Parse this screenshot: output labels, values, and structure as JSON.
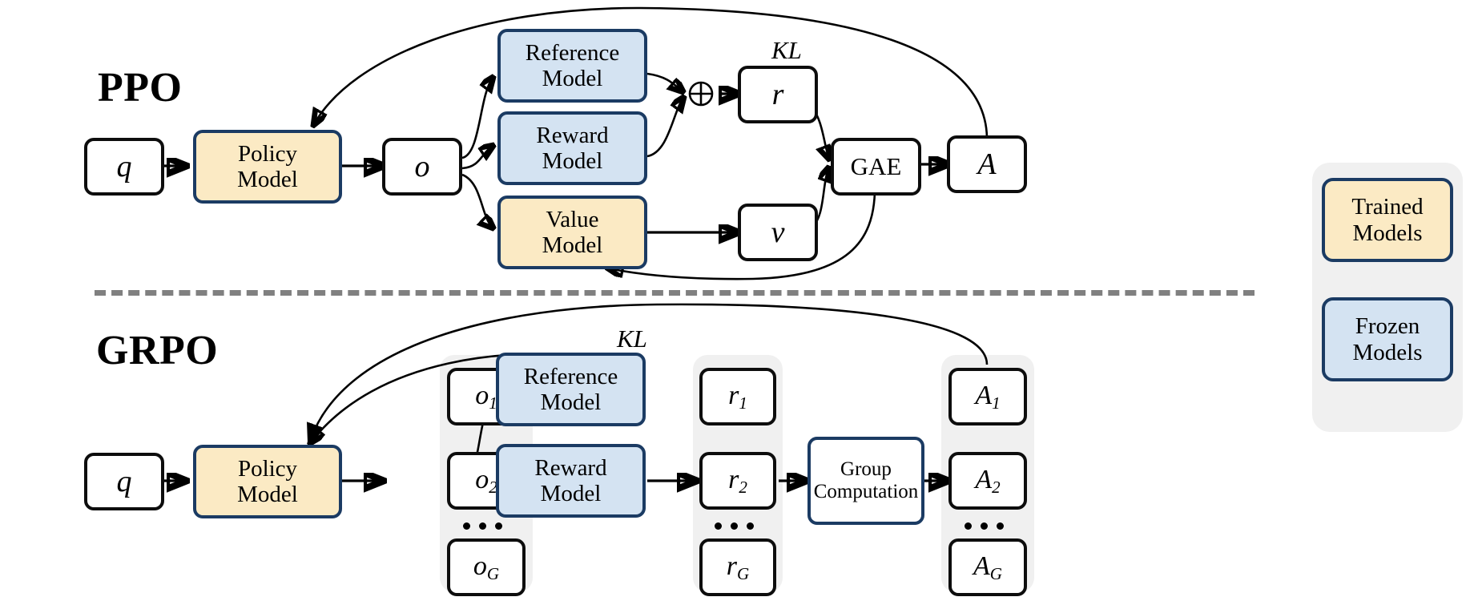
{
  "figure": {
    "sections": [
      {
        "id": "ppo",
        "title": "PPO"
      },
      {
        "id": "grpo",
        "title": "GRPO"
      }
    ],
    "colors": {
      "trained_fill": "#fbeac4",
      "frozen_fill": "#d4e3f2",
      "model_border": "#1b3b63",
      "plain_border": "#000000",
      "group_panel": "#f0f0f0",
      "divider": "#808080"
    }
  },
  "ppo": {
    "title": "PPO",
    "nodes": {
      "query": "q",
      "policy_model_line1": "Policy",
      "policy_model_line2": "Model",
      "output": "o",
      "reference_model_line1": "Reference",
      "reference_model_line2": "Model",
      "reward_model_line1": "Reward",
      "reward_model_line2": "Model",
      "value_model_line1": "Value",
      "value_model_line2": "Model",
      "reward": "r",
      "value": "v",
      "gae": "GAE",
      "advantage": "A"
    },
    "labels": {
      "kl": "KL",
      "oplus": "⊕"
    }
  },
  "grpo": {
    "title": "GRPO",
    "nodes": {
      "query": "q",
      "policy_model_line1": "Policy",
      "policy_model_line2": "Model",
      "reference_model_line1": "Reference",
      "reference_model_line2": "Model",
      "reward_model_line1": "Reward",
      "reward_model_line2": "Model",
      "group_computation_line1": "Group",
      "group_computation_line2": "Computation"
    },
    "labels": {
      "kl": "KL"
    },
    "outputs": {
      "base": "o",
      "subscripts": [
        "1",
        "2",
        "G"
      ]
    },
    "rewards": {
      "base": "r",
      "subscripts": [
        "1",
        "2",
        "G"
      ]
    },
    "advantages": {
      "base": "A",
      "subscripts": [
        "1",
        "2",
        "G"
      ]
    }
  },
  "legend": {
    "items": [
      {
        "line1": "Trained",
        "line2": "Models",
        "style": "trained"
      },
      {
        "line1": "Frozen",
        "line2": "Models",
        "style": "frozen"
      }
    ]
  }
}
